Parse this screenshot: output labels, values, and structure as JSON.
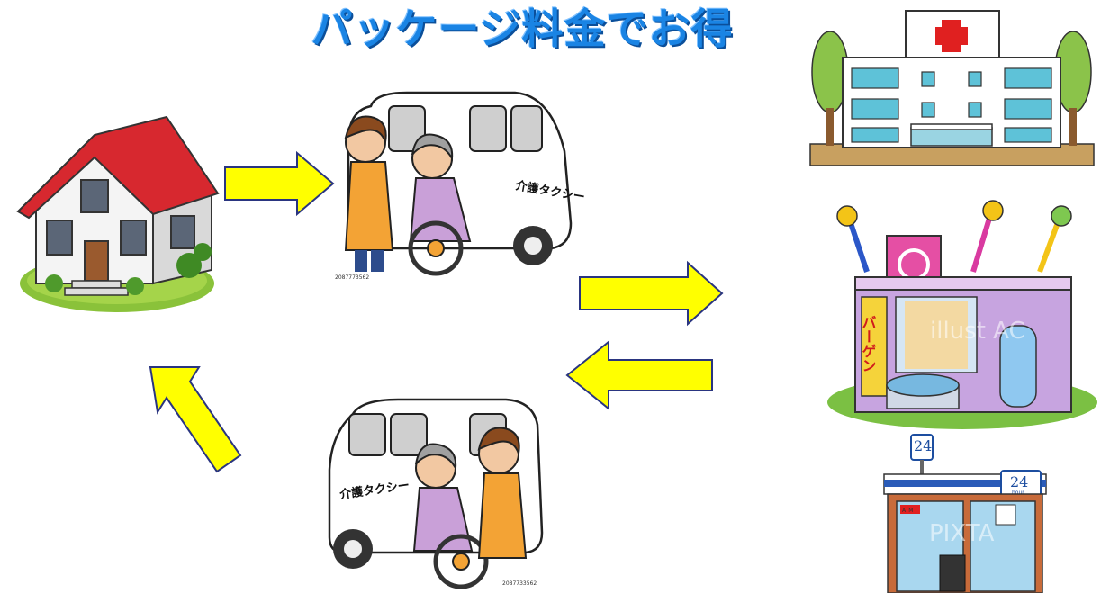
{
  "title": "パッケージ料金でお得",
  "van_top": {
    "side_text": "介護タクシー",
    "stock_id": "2087773562"
  },
  "van_bottom": {
    "side_text": "介護タクシー",
    "stock_id": "2087733562"
  },
  "supermarket": {
    "sign_text": "バーゲン",
    "watermark": "illust AC"
  },
  "convenience_store": {
    "badge_number": "24",
    "badge_sub": "hour",
    "atm_label": "ATM",
    "watermark": "PIXTA"
  },
  "colors": {
    "arrow_fill": "#ffff00",
    "arrow_stroke": "#2a3580",
    "title": "#1a84e4",
    "roof": "#d7282f"
  }
}
